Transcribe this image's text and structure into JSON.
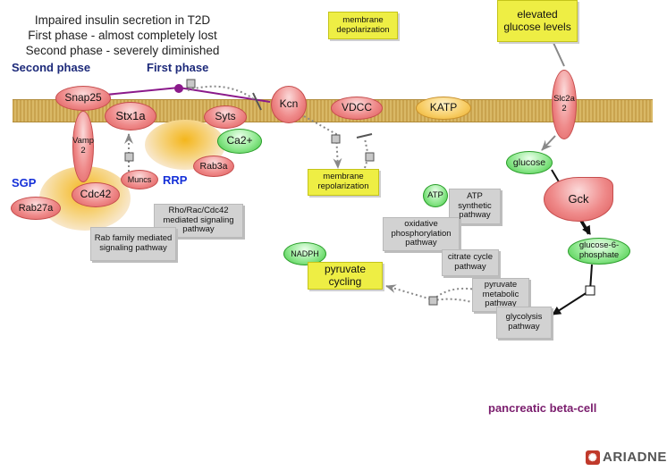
{
  "header": {
    "line1": "Impaired insulin secretion in T2D",
    "line2": "First phase - almost completely lost",
    "line3": "Second phase - severely diminished"
  },
  "labels": {
    "second_phase": "Second phase",
    "first_phase": "First phase",
    "sgp": "SGP",
    "rrp": "RRP",
    "cell": "pancreatic beta-cell"
  },
  "nodes": {
    "snap25": "Snap25",
    "stx1a": "Stx1a",
    "syts": "Syts",
    "ca2": "Ca2+",
    "vamp2": "Vamp 2",
    "muncs": "Muncs",
    "rab3a": "Rab3a",
    "cdc42": "Cdc42",
    "rab27a": "Rab27a",
    "kcn": "Kcn",
    "vdcc": "VDCC",
    "katp": "KATP",
    "slc2a2": "Slc2a 2",
    "glucose": "glucose",
    "gck": "Gck",
    "g6p": "glucose-6-phosphate",
    "atp": "ATP",
    "nadph": "NADPH"
  },
  "boxes": {
    "membrane_depol": "membrane depolarization",
    "membrane_repol": "membrane repolarization",
    "elevated_glucose": "elevated glucose levels",
    "pyruvate_cycling": "pyruvate cycling",
    "rho_pathway": "Rho/Rac/Cdc42 mediated signaling pathway",
    "rab_pathway": "Rab family mediated signaling pathway",
    "atp_synthetic": "ATP synthetic pathway",
    "oxphos": "oxidative phosphorylation pathway",
    "citrate": "citrate cycle pathway",
    "pyruvate_metabolic": "pyruvate metabolic pathway",
    "glycolysis": "glycolysis pathway"
  },
  "brand": {
    "name": "ARIADNE"
  },
  "colors": {
    "membrane": "#d4b15c",
    "protein": "#ef8a8a",
    "small_molecule": "#8fe88f",
    "process_box": "#eeee44",
    "pathway_box": "#d2d2d2",
    "phase_link": "#8b1a8b",
    "title_navy": "#1d2a7a",
    "pool_blue": "#1530d8",
    "cell_label": "#7b1e6e"
  }
}
